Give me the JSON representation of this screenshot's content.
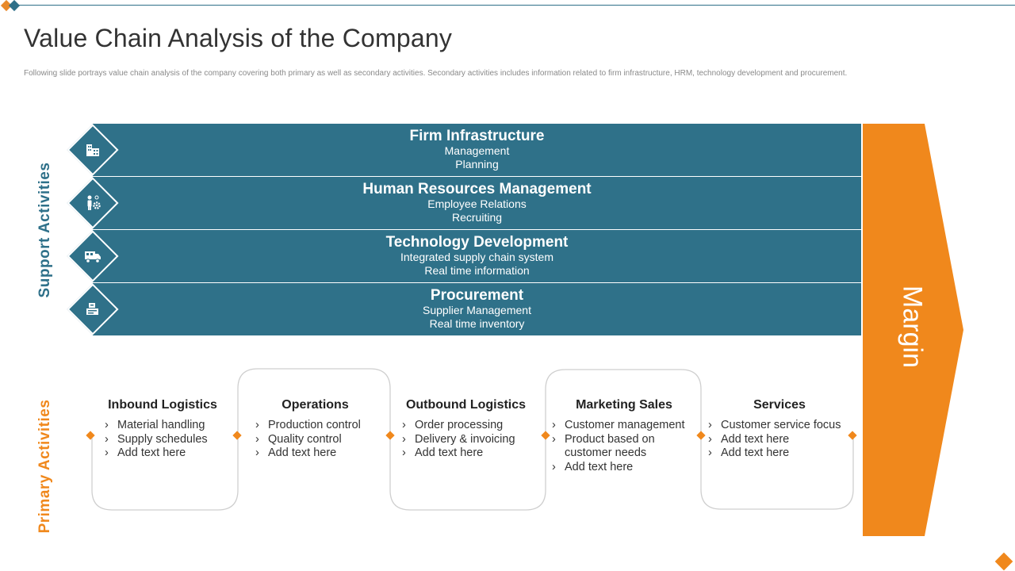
{
  "title": "Value Chain Analysis of the Company",
  "subtitle": "Following slide portrays value chain analysis of the company covering both primary as well as secondary activities. Secondary activities includes information related to firm infrastructure, HRM, technology development and procurement.",
  "support_label": "Support Activities",
  "primary_label": "Primary Activities",
  "margin_label": "Margin",
  "colors": {
    "teal": "#2f7189",
    "orange": "#f0881c"
  },
  "support_activities": [
    {
      "title": "Firm Infrastructure",
      "lines": [
        "Management",
        "Planning"
      ],
      "icon": "building-icon"
    },
    {
      "title": "Human Resources Management",
      "lines": [
        "Employee Relations",
        "Recruiting"
      ],
      "icon": "person-gear-icon"
    },
    {
      "title": "Technology Development",
      "lines": [
        "Integrated supply chain system",
        "Real time information"
      ],
      "icon": "truck-icon"
    },
    {
      "title": "Procurement",
      "lines": [
        "Supplier Management",
        "Real time inventory"
      ],
      "icon": "box-icon"
    }
  ],
  "primary_activities": [
    {
      "title": "Inbound Logistics",
      "items": [
        "Material handling",
        "Supply schedules",
        "Add text here"
      ]
    },
    {
      "title": "Operations",
      "items": [
        "Production control",
        "Quality control",
        "Add text here"
      ]
    },
    {
      "title": "Outbound Logistics",
      "items": [
        "Order processing",
        "Delivery & invoicing",
        "Add text here"
      ]
    },
    {
      "title": "Marketing Sales",
      "items": [
        "Customer management",
        "Product based on customer needs",
        "Add text here"
      ]
    },
    {
      "title": "Services",
      "items": [
        "Customer service focus",
        "Add text here",
        "Add text here"
      ]
    }
  ]
}
